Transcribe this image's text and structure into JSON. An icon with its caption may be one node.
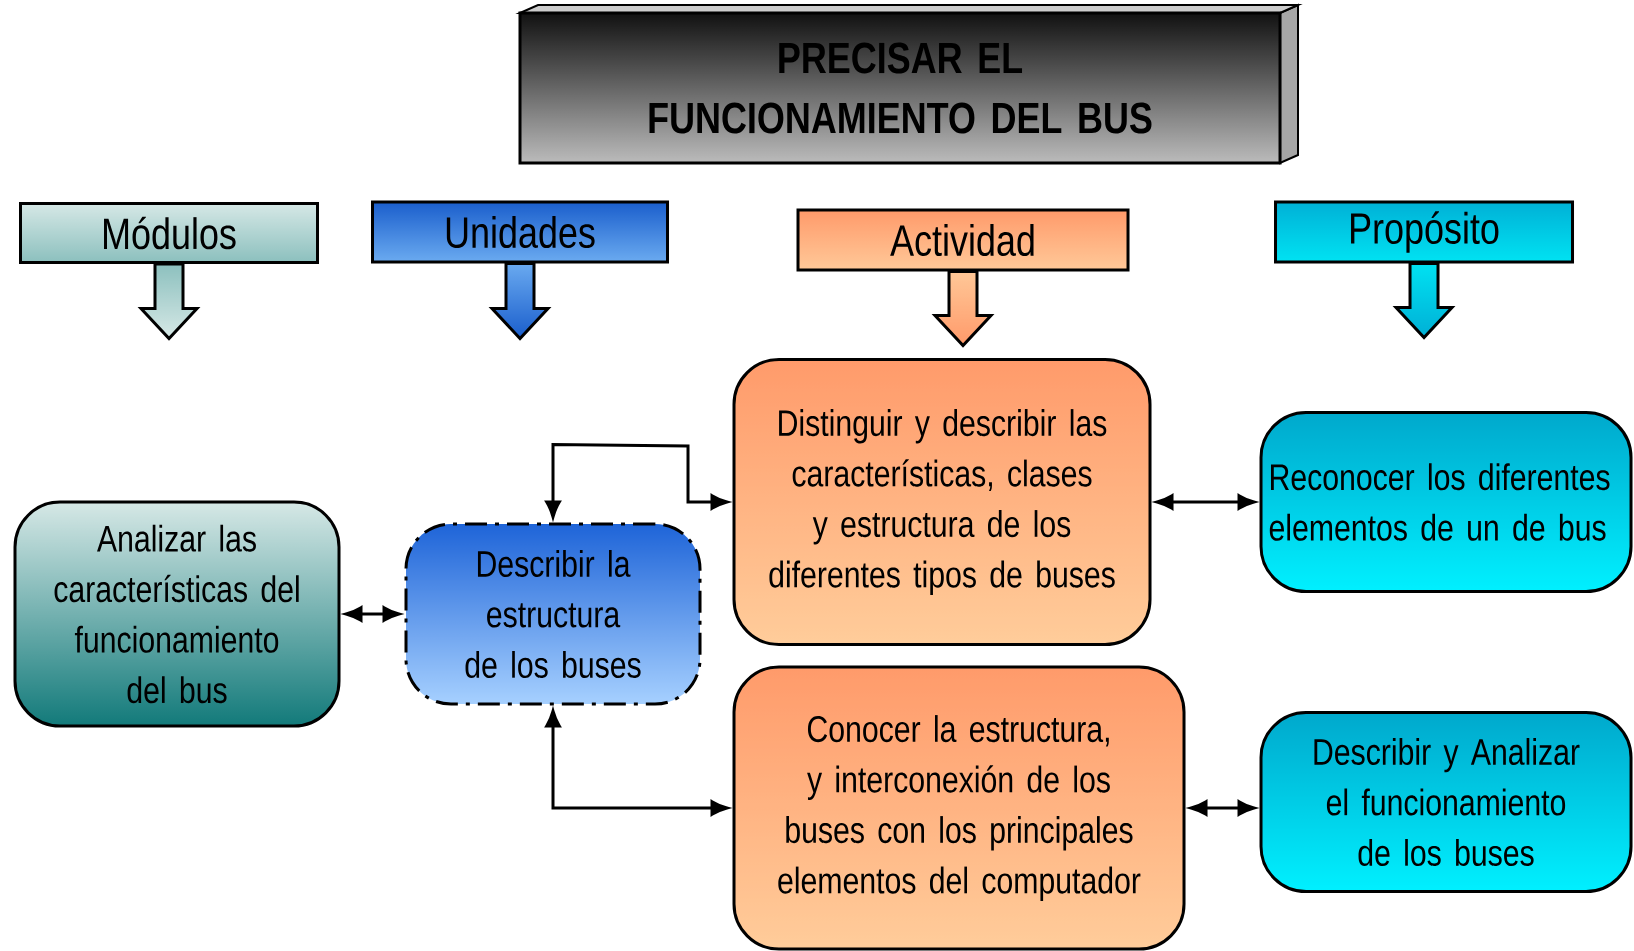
{
  "diagram": {
    "nodes": [
      {
        "text": [
          "PRECISAR EL FUNCIONAMIENTO DEL BUS"
        ]
      },
      {
        "text": [
          "Módulos"
        ]
      },
      {
        "text": [
          "Unidades"
        ]
      },
      {
        "text": [
          "Actividad"
        ]
      },
      {
        "text": [
          "Propósito"
        ]
      },
      {
        "text": [
          "Analizar las características del funcionamiento del bus"
        ]
      },
      {
        "text": [
          "Describir la estructura de los buses"
        ]
      },
      {
        "text": [
          "Distinguir y describir las características,  clases y  estructura de los diferentes tipos de buses"
        ]
      },
      {
        "text": [
          "Conocer la estructura,  y interconexión de los buses con los principales elementos del computador"
        ]
      },
      {
        "text": [
          "Reconocer los diferentes  elementos de un de bus"
        ]
      },
      {
        "text": [
          "Describir  y Analizar el funcionamiento de los buses"
        ]
      }
    ],
    "edges": [
      {
        "from": 1,
        "to": null,
        "arrow": "to"
      },
      {
        "from": 2,
        "to": null,
        "arrow": "to"
      },
      {
        "from": 3,
        "to": null,
        "arrow": "to"
      },
      {
        "from": 4,
        "to": null,
        "arrow": "to"
      },
      {
        "from": 5,
        "to": 6,
        "arrow": "both"
      },
      {
        "from": 6,
        "to": 7,
        "arrow": "both"
      },
      {
        "from": 6,
        "to": 8,
        "arrow": "both"
      },
      {
        "from": 7,
        "to": 9,
        "arrow": "both"
      },
      {
        "from": 8,
        "to": 10,
        "arrow": "both"
      }
    ]
  }
}
